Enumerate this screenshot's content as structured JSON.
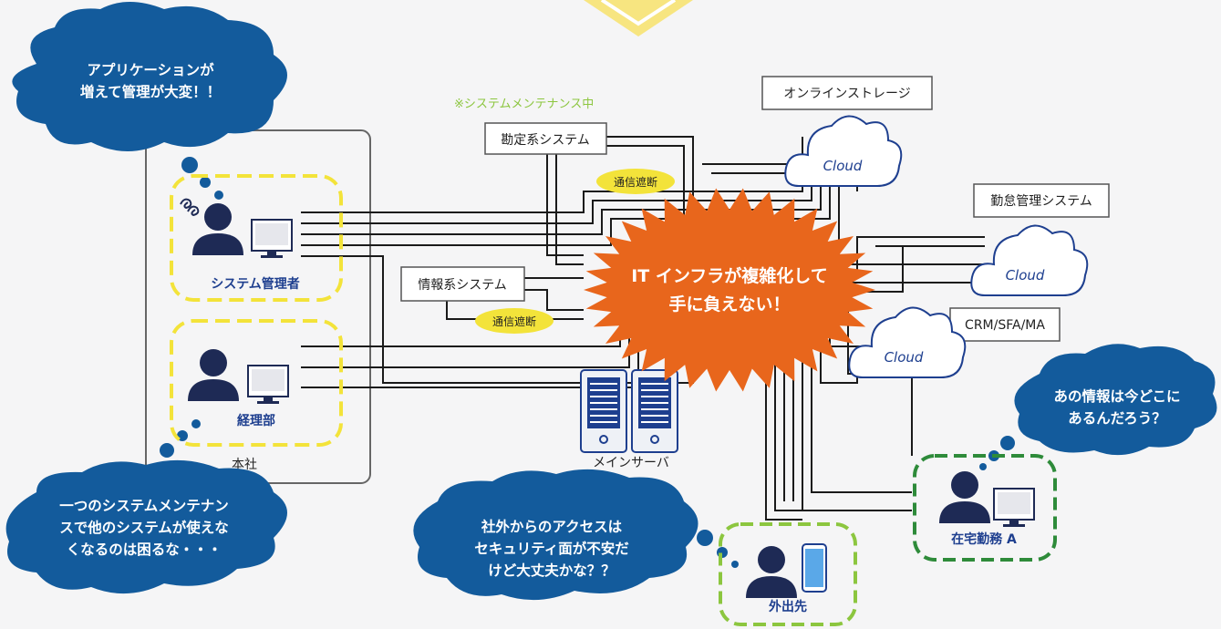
{
  "speech": {
    "app_increase": [
      "アプリケーションが",
      "増えて管理が大変！！"
    ],
    "maintenance": [
      "一つのシステムメンテナン",
      "スで他のシステムが使えな",
      "くなるのは困るな・・・"
    ],
    "external_access": [
      "社外からのアクセスは",
      "セキュリティ面が不安だ",
      "けど大丈夫かな？？"
    ],
    "where_info": [
      "あの情報は今どこに",
      "あるんだろう？"
    ]
  },
  "center_burst": [
    "IT インフラが複雑化して",
    "手に負えない！"
  ],
  "note_maintenance": "※システムメンテナンス中",
  "systems": {
    "accounting": "勘定系システム",
    "information": "情報系システム",
    "online_storage": "オンラインストレージ",
    "attendance": "勤怠管理システム",
    "crm": "CRM/SFA/MA"
  },
  "pills": {
    "block1": "通信遮断",
    "block2": "通信遮断"
  },
  "cloud_label": "Cloud",
  "people": {
    "sysadmin": "システム管理者",
    "accounting_dept": "経理部",
    "remote": "在宅勤務 A",
    "outside": "外出先"
  },
  "headquarters": "本社",
  "main_server": "メインサーバ",
  "colors": {
    "cloud_blue": "#135b9c",
    "navy": "#1e2a55",
    "yellow_dash": "#f3e33a",
    "green_dash": "#2e8b3a",
    "lime_dash": "#8cc63f",
    "burst": "#e8661c"
  }
}
